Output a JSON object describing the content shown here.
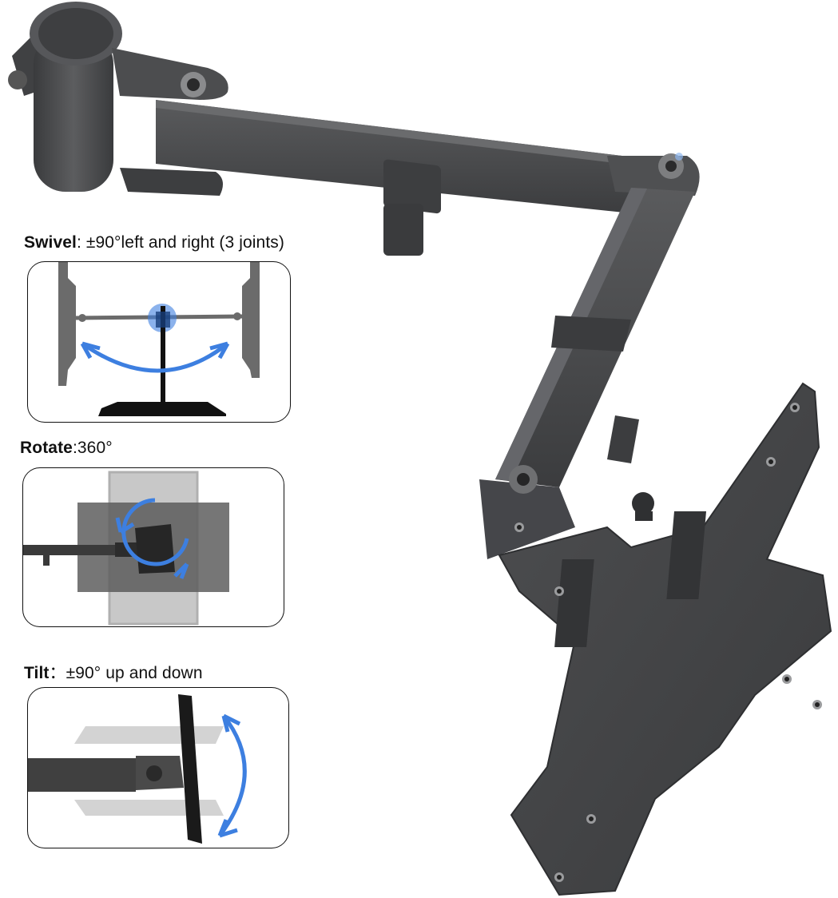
{
  "product": {
    "name": "monitor-arm-mount",
    "colors": {
      "metal": "#4a4b4d",
      "metal_dark": "#2f3032",
      "metal_light": "#6b6c6e",
      "accent_blue": "#3d7fe0",
      "text": "#111111"
    }
  },
  "features": [
    {
      "id": "swivel",
      "label_bold": "Swivel",
      "label_rest": ": ±90°left and right (3 joints)",
      "icon": "swivel-arrows-icon"
    },
    {
      "id": "rotate",
      "label_bold": "Rotate",
      "label_rest": ":360°",
      "icon": "rotate-arrows-icon"
    },
    {
      "id": "tilt",
      "label_bold": "Tilt",
      "label_rest": "：±90° up and down",
      "icon": "tilt-arrows-icon"
    }
  ]
}
